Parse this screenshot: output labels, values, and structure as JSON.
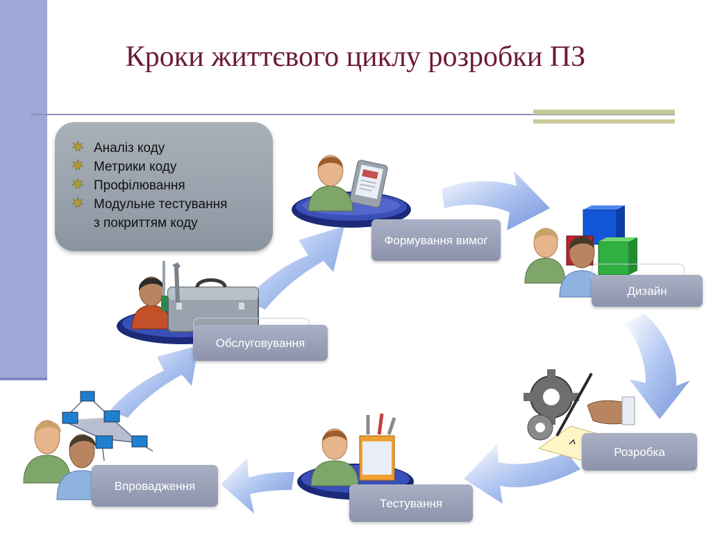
{
  "title": "Кроки життєвого циклу розробки ПЗ",
  "callout": {
    "items": [
      "Аналіз коду",
      "Метрики коду",
      "Профілювання",
      "Модульне тестування",
      "з покриттям коду"
    ]
  },
  "stages": {
    "requirements": "Формування вимог",
    "design": "Дизайн",
    "development": "Розробка",
    "testing": "Тестування",
    "deployment": "Впровадження",
    "maintenance": "Обслуговування"
  },
  "colors": {
    "title": "#6b1a3a",
    "sidebar": "#9ea7d6",
    "arrow": "#7e9fe0",
    "label": "#9aa0b8"
  }
}
